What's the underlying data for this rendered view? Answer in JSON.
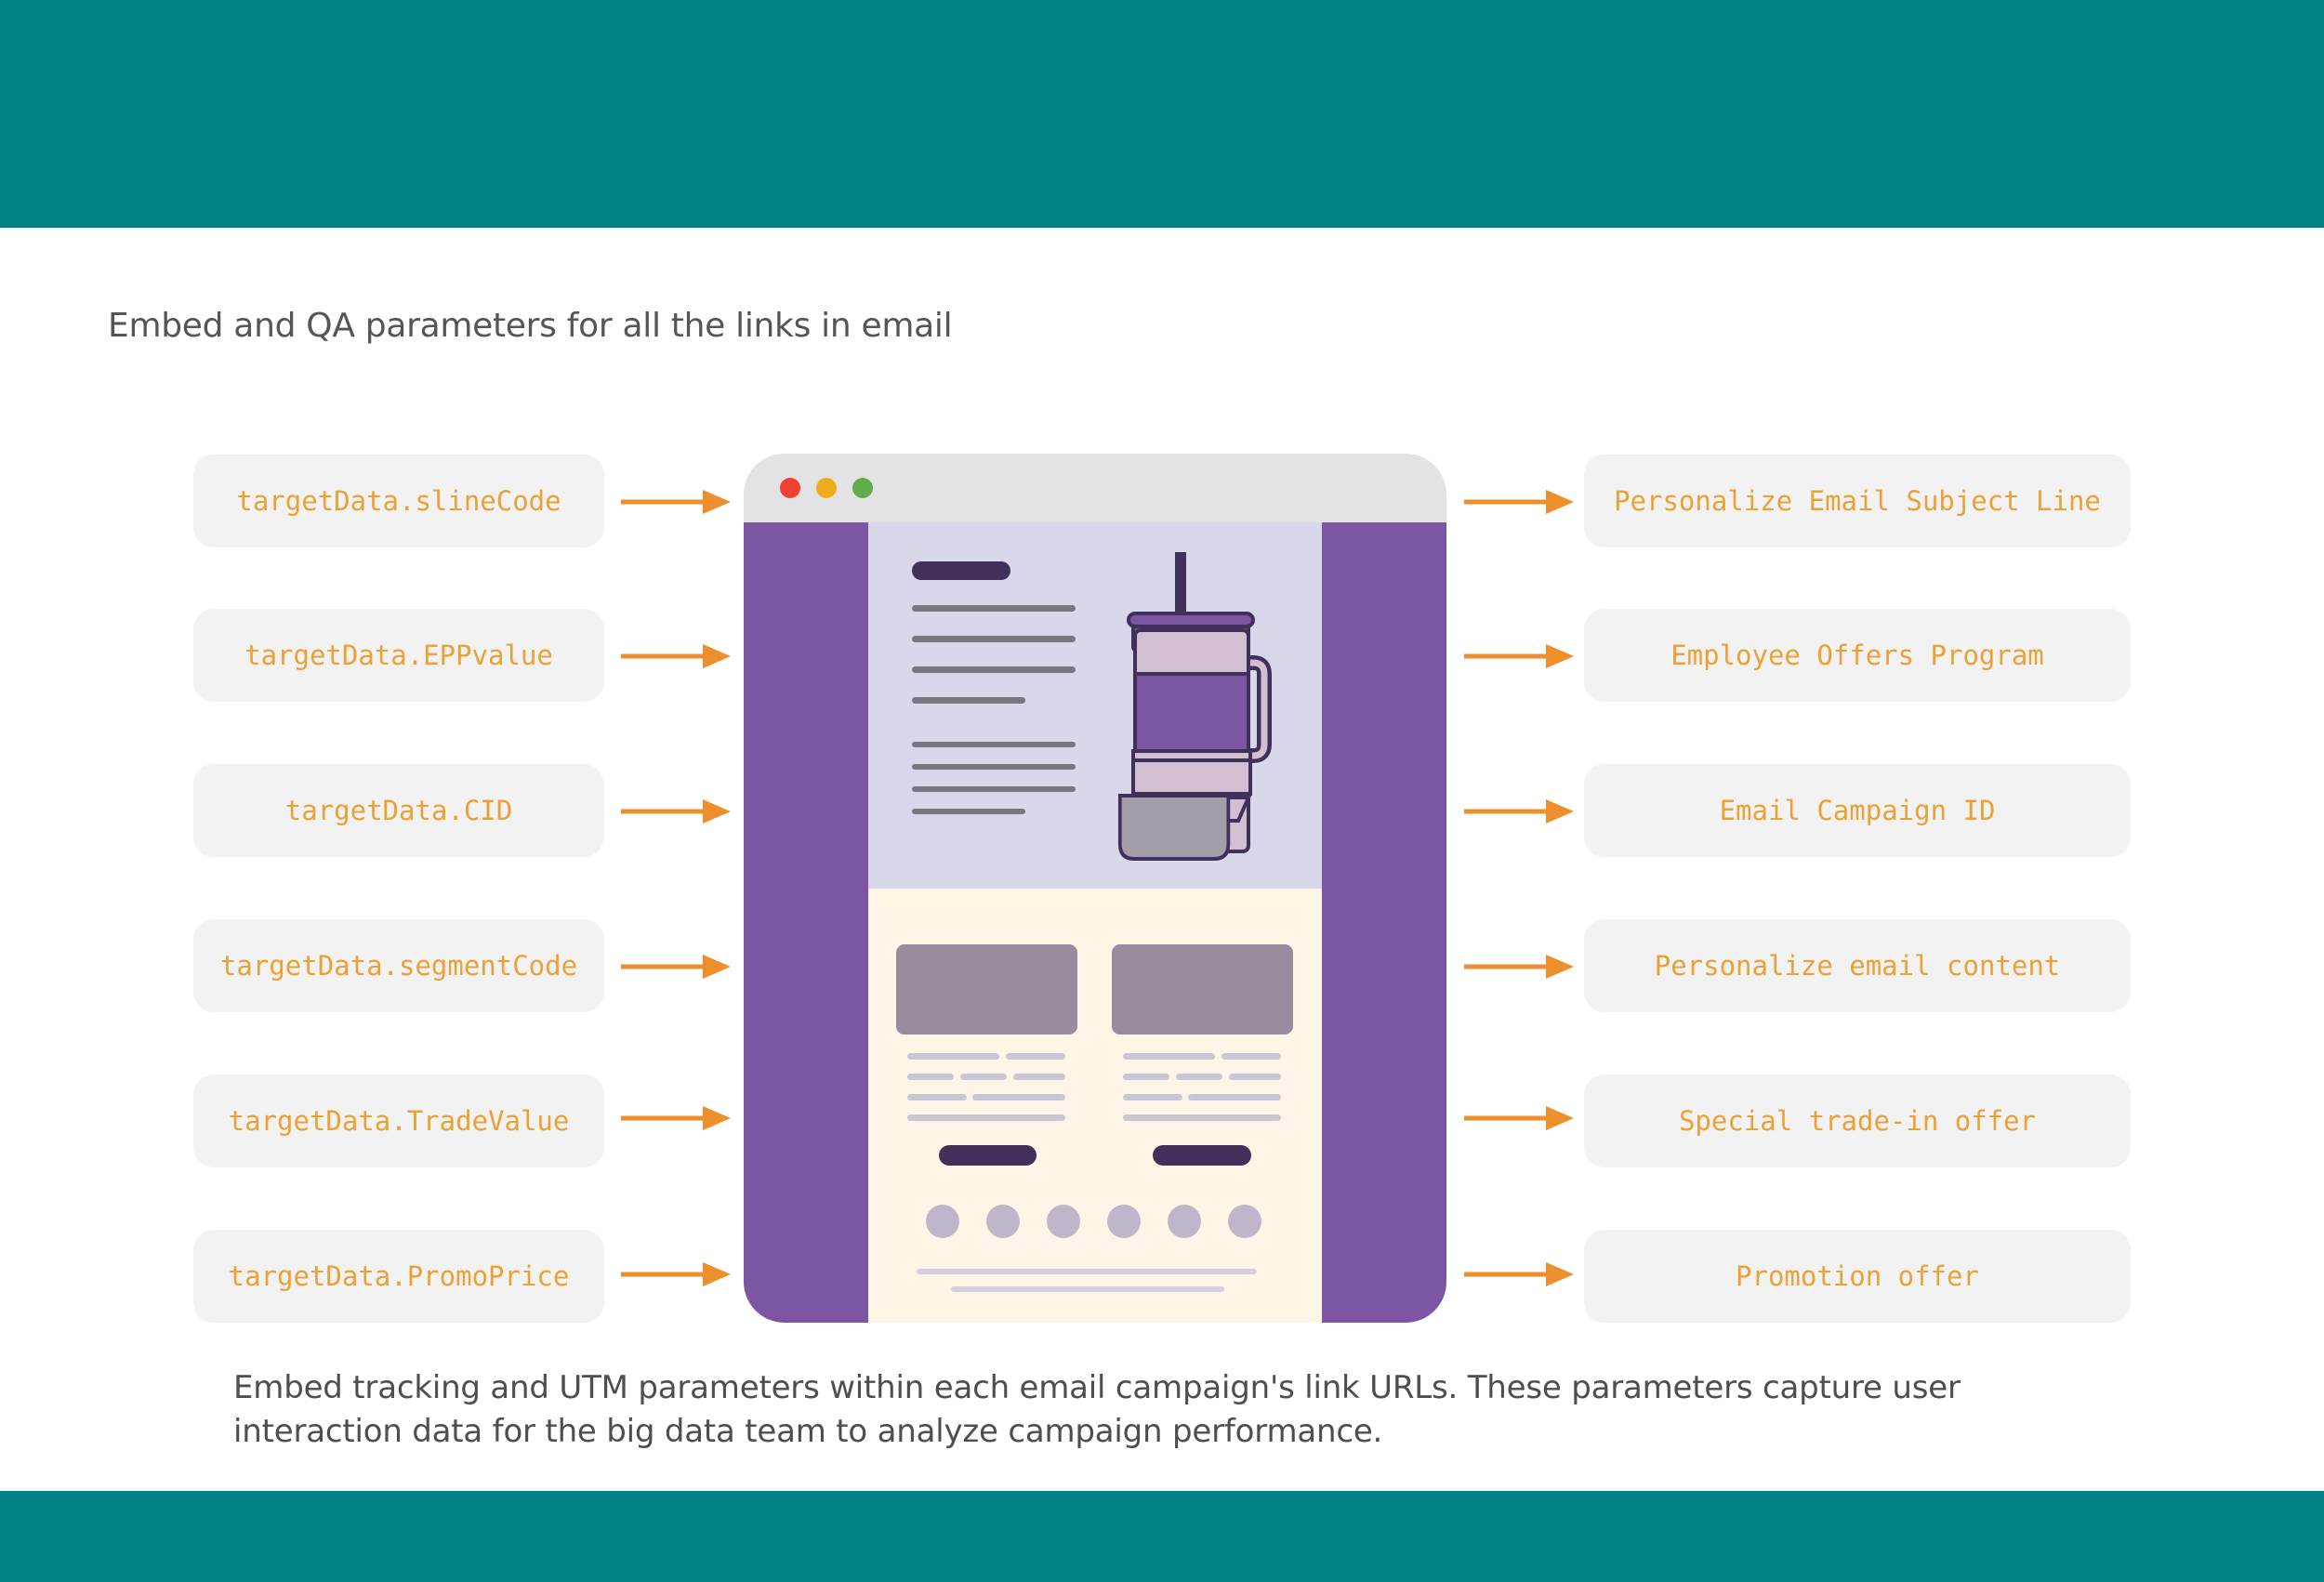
{
  "heading": "Embed and QA parameters for all the links in email",
  "caption": "Embed tracking and UTM parameters within each email campaign's link URLs. These parameters capture user interaction data for the big data team to analyze campaign performance.",
  "parameters": [
    {
      "code": "targetData.slineCode",
      "meaning": "Personalize Email Subject Line"
    },
    {
      "code": "targetData.EPPvalue",
      "meaning": "Employee Offers Program"
    },
    {
      "code": "targetData.CID",
      "meaning": "Email Campaign ID"
    },
    {
      "code": "targetData.segmentCode",
      "meaning": "Personalize email content"
    },
    {
      "code": "targetData.TradeValue",
      "meaning": "Special trade-in offer"
    },
    {
      "code": "targetData.PromoPrice",
      "meaning": "Promotion offer"
    }
  ],
  "colors": {
    "band": "#008184",
    "pill_bg": "#f2f2f2",
    "pill_text": "#eba136",
    "arrow": "#ed8f2d",
    "mockup_purple": "#7c56a2",
    "mockup_hero_bg": "#d8d8ea",
    "mockup_body_bg": "#fdf6e6",
    "window_close": "#ee4130",
    "window_minimize": "#eeac1d",
    "window_maximize": "#5fae49"
  },
  "icons": [
    "window-close-dot-icon",
    "window-minimize-dot-icon",
    "window-maximize-dot-icon",
    "tumbler-cup-icon",
    "arrow-right-icon"
  ]
}
